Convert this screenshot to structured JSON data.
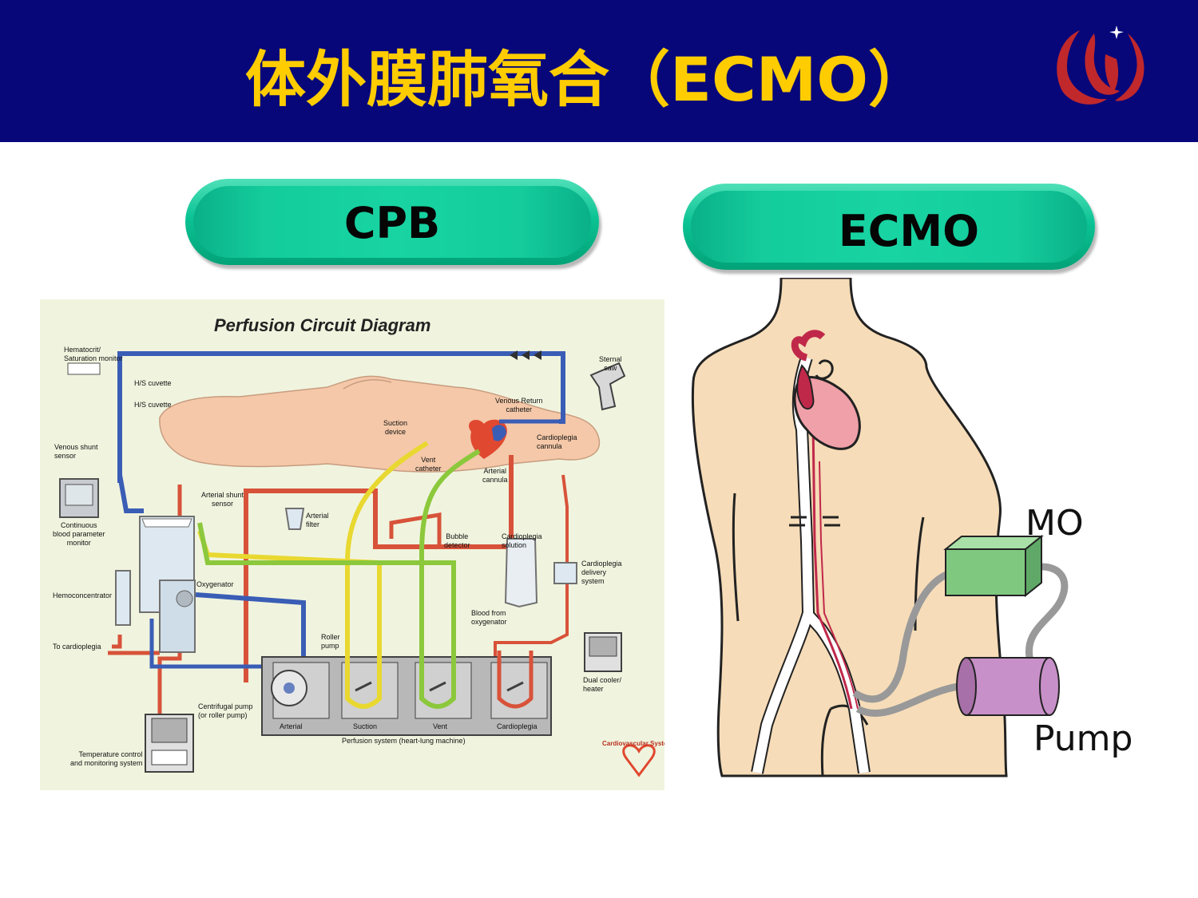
{
  "header": {
    "title": "体外膜肺氧合（ECMO）",
    "logo": "red-swirl-logo-icon",
    "colors": {
      "background": "#07077a",
      "title": "#ffcc00",
      "logo": "#c0282c"
    }
  },
  "left": {
    "label": "CPB",
    "diagram": {
      "title": "Perfusion Circuit Diagram",
      "labels": {
        "hematocrit": [
          "Hematocrit/",
          "Saturation monitor"
        ],
        "hs_cuvette_1": "H/S cuvette",
        "hs_cuvette_2": "H/S cuvette",
        "venous_shunt": [
          "Venous shunt",
          "sensor"
        ],
        "continuous": [
          "Continuous",
          "blood parameter",
          "monitor"
        ],
        "arterial_shunt": [
          "Arterial shunt",
          "sensor"
        ],
        "arterial_filter": [
          "Arterial",
          "filter"
        ],
        "hemoconcentrator": "Hemoconcentrator",
        "oxygenator": "Oxygenator",
        "to_cardioplegia": "To cardioplegia",
        "roller_pump": [
          "Roller",
          "pump"
        ],
        "centrifugal": [
          "Centrifugal pump",
          "(or roller pump)"
        ],
        "temperature": [
          "Temperature control",
          "and monitoring system"
        ],
        "suction_device": [
          "Suction",
          "device"
        ],
        "venous_return": [
          "Venous Return",
          "catheter"
        ],
        "sternal_saw": [
          "Sternal",
          "saw"
        ],
        "cardioplegia_cannula": [
          "Cardioplegia",
          "cannula"
        ],
        "vent_catheter": [
          "Vent",
          "catheter"
        ],
        "arterial_cannula": [
          "Arterial",
          "cannula"
        ],
        "bubble_detector": [
          "Bubble",
          "detector"
        ],
        "cardioplegia_solution": [
          "Cardioplegia",
          "solution"
        ],
        "cardioplegia_delivery": [
          "Cardioplegia",
          "delivery",
          "system"
        ],
        "blood_from_oxygenator": [
          "Blood from",
          "oxygenator"
        ],
        "dual_cooler": [
          "Dual cooler/",
          "heater"
        ],
        "pump_arterial": "Arterial",
        "pump_suction": "Suction",
        "pump_vent": "Vent",
        "pump_cardioplegia": "Cardioplegia",
        "perfusion_system": "Perfusion system (heart-lung machine)",
        "brand": "Cardiovascular Syste"
      },
      "colors": {
        "venous": "#3a5db5",
        "arterial": "#d8523a",
        "suction": "#e8d830",
        "vent": "#8cc83c",
        "body": "#f4c8a8"
      }
    }
  },
  "right": {
    "label": "ECMO",
    "mo_label": "MO",
    "pump_label": "Pump",
    "colors": {
      "skin": "#f6dcb8",
      "mo": "#7fc880",
      "pump": "#c890c8",
      "tube": "#999999"
    }
  },
  "pill_colors": {
    "start": "#4fe0b8",
    "mid": "#0bc394",
    "end": "#02a277"
  }
}
